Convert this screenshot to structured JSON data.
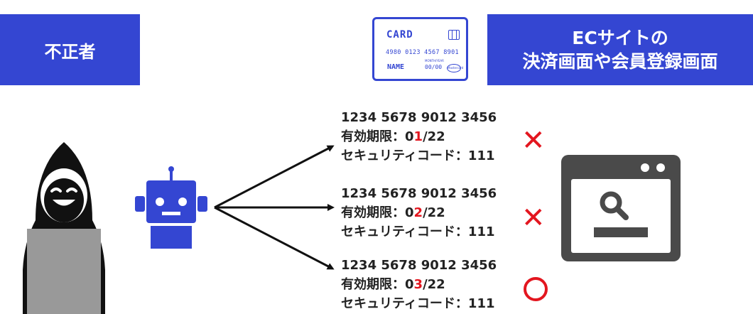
{
  "attacker": {
    "label": "不正者"
  },
  "ec_site": {
    "line1": "ECサイトの",
    "line2": "決済画面や会員登録画面"
  },
  "card": {
    "title": "CARD",
    "number": "4980 0123 4567 8901",
    "name_label": "NAME",
    "expiry_label": "MONTH/YEAR",
    "expiry": "00/00",
    "brand": "Mastercard"
  },
  "attempts": [
    {
      "card_number": "1234 5678 9012 3456",
      "expiry_label": "有効期限：",
      "expiry_prefix": "0",
      "expiry_digit": "1",
      "expiry_suffix": "/22",
      "cvc_line": "セキュリティコード：111",
      "result": "✕"
    },
    {
      "card_number": "1234 5678 9012 3456",
      "expiry_label": "有効期限：",
      "expiry_prefix": "0",
      "expiry_digit": "2",
      "expiry_suffix": "/22",
      "cvc_line": "セキュリティコード：111",
      "result": "✕"
    },
    {
      "card_number": "1234 5678 9012 3456",
      "expiry_label": "有効期限：",
      "expiry_prefix": "0",
      "expiry_digit": "3",
      "expiry_suffix": "/22",
      "cvc_line": "セキュリティコード：111",
      "result": "○"
    }
  ],
  "colors": {
    "brand_blue": "#3446d2",
    "error_red": "#e3161f",
    "hacker": "#111111",
    "laptop": "#999999",
    "browser": "#4a4a4a"
  }
}
